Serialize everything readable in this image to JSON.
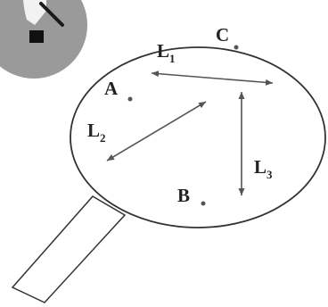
{
  "points": [
    {
      "id": "A",
      "label": "A"
    },
    {
      "id": "B",
      "label": "B"
    },
    {
      "id": "C",
      "label": "C"
    }
  ],
  "lines": [
    {
      "id": "L1",
      "label": "L",
      "subscript": "1"
    },
    {
      "id": "L2",
      "label": "L",
      "subscript": "2"
    },
    {
      "id": "L3",
      "label": "L",
      "subscript": "3"
    }
  ],
  "colors": {
    "outline": "#333333",
    "arrow": "#555555",
    "badge": "#9a9a9a",
    "badge_icon": "#222222"
  },
  "icons": {
    "corner_badge": "pen-tool-icon",
    "magnifier": "magnifying-glass-icon"
  }
}
